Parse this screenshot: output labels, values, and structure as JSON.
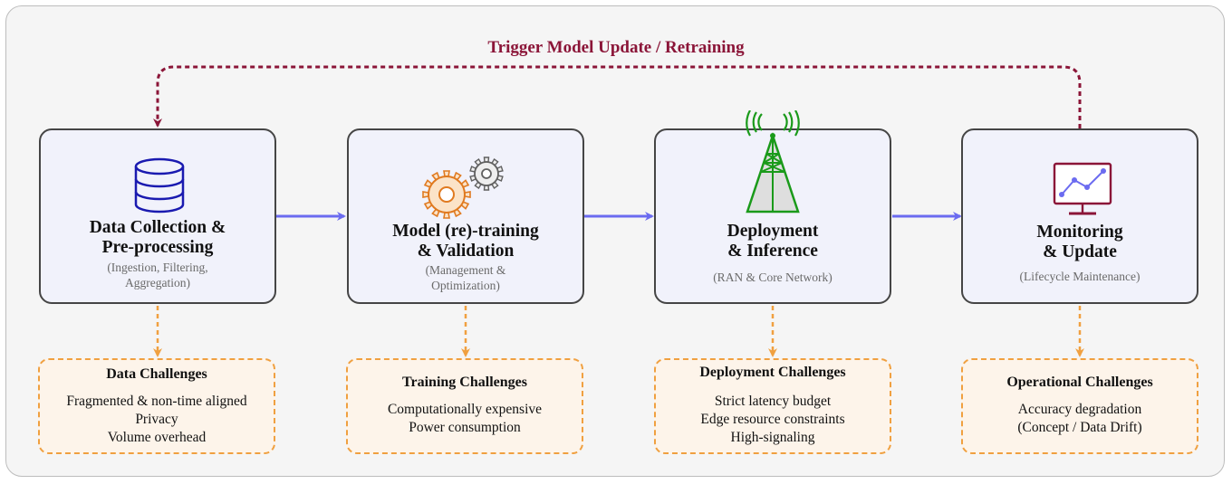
{
  "feedback": {
    "label": "Trigger Model Update / Retraining"
  },
  "stages": [
    {
      "title_lines": [
        "Data Collection &",
        "Pre-processing"
      ],
      "subtitle_lines": [
        "(Ingestion, Filtering,",
        "Aggregation)"
      ],
      "icon": "database-icon"
    },
    {
      "title_lines": [
        "Model (re)-training",
        "& Validation"
      ],
      "subtitle_lines": [
        "(Management &",
        "Optimization)"
      ],
      "icon": "gears-icon"
    },
    {
      "title_lines": [
        "Deployment",
        "& Inference"
      ],
      "subtitle_lines": [
        "(RAN & Core Network)"
      ],
      "icon": "cell-tower-icon"
    },
    {
      "title_lines": [
        "Monitoring",
        "& Update"
      ],
      "subtitle_lines": [
        "(Lifecycle Maintenance)"
      ],
      "icon": "monitor-chart-icon"
    }
  ],
  "challenges": [
    {
      "title": "Data Challenges",
      "items": [
        "Fragmented & non-time aligned",
        "Privacy",
        "Volume overhead"
      ]
    },
    {
      "title": "Training Challenges",
      "items": [
        "Computationally expensive",
        "Power consumption"
      ]
    },
    {
      "title": "Deployment Challenges",
      "items": [
        "Strict latency budget",
        "Edge resource constraints",
        "High-signaling"
      ]
    },
    {
      "title": "Operational Challenges",
      "items": [
        "Accuracy degradation",
        "(Concept / Data Drift)"
      ]
    }
  ],
  "colors": {
    "flow_arrow": "#6b6bf0",
    "feedback_arrow": "#8b1538",
    "challenge_arrow": "#f0a040",
    "stage_fill": "#f1f2fb",
    "challenge_fill": "#fdf4ea",
    "database": "#1a1ab0",
    "gear_orange": "#e07a20",
    "gear_gray": "#606060",
    "tower": "#1a9a1a",
    "monitor": "#8b1538"
  }
}
